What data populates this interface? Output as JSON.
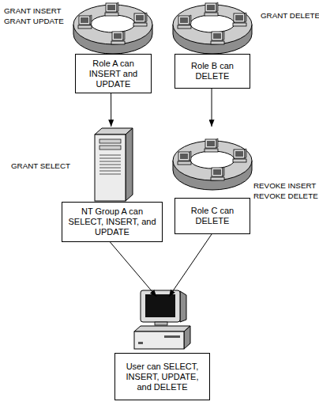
{
  "diagram": {
    "nodes": [
      {
        "text": [
          "Role A can INSERT and UPDATE"
        ]
      },
      {
        "text": [
          "Role B can DELETE"
        ]
      },
      {
        "text": [
          "NT Group A can SELECT, INSERT, and UPDATE"
        ]
      },
      {
        "text": [
          "Role C can DELETE"
        ]
      },
      {
        "text": [
          "User can SELECT, INSERT, UPDATE, and DELETE"
        ]
      }
    ],
    "edges": [
      {
        "from": 0,
        "to": 2,
        "arrow": "to"
      },
      {
        "from": 1,
        "to": 3,
        "arrow": "to"
      },
      {
        "from": 2,
        "to": 4,
        "arrow": "to"
      },
      {
        "from": 3,
        "to": 4,
        "arrow": "to"
      }
    ],
    "labels": [
      "GRANT INSERT",
      "GRANT UPDATE",
      "GRANT DELETE",
      "GRANT SELECT",
      "REVOKE INSERT",
      "REVOKE DELETE"
    ]
  }
}
